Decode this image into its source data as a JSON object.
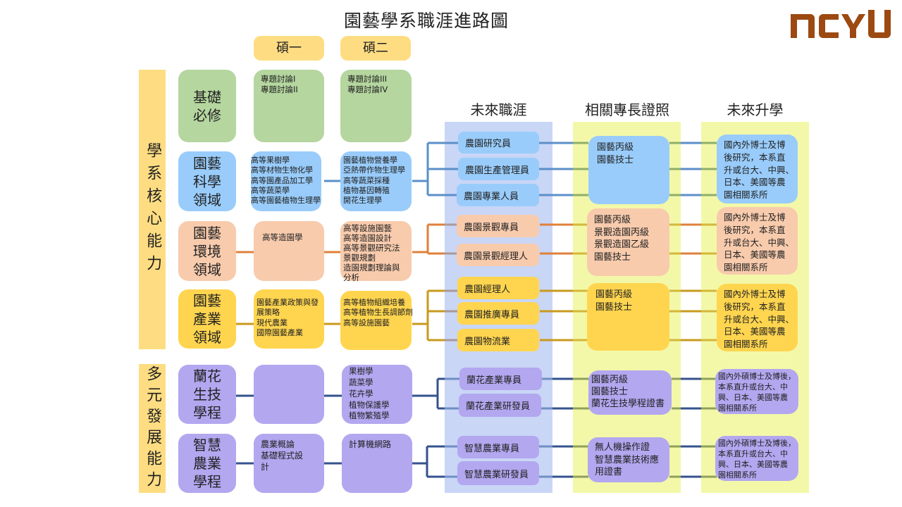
{
  "title": "園藝學系職涯進路圖",
  "logo_text": "ncyu",
  "colors": {
    "yellow_label": "#fedd82",
    "green": "#b5d69f",
    "blue": "#99ccfb",
    "peach": "#f8cbad",
    "gold": "#ffd54f",
    "purple": "#b3a7f0",
    "career_bg": "#c9d6f6",
    "cert_bg": "#f3f8a8",
    "logo": "#9c4a12"
  },
  "years": [
    "碩一",
    "碩二"
  ],
  "sidebars": {
    "core": "學系核心能力",
    "diverse": "多元發展能力"
  },
  "column_headers": {
    "career": "未來職涯",
    "cert": "相關專長證照",
    "study": "未來升學"
  },
  "rows": [
    {
      "area": "基礎\n必修",
      "m1": "專題討論I\n專題討論II",
      "m2": "專題討論III\n專題討論IV"
    },
    {
      "area": "園藝\n科學\n領域",
      "m1": "高等果樹學\n高等材物生物化學\n高等園產品加工學\n高等蔬菜學\n高等園藝植物生理學",
      "m2": "園藝植物營養學\n亞熱帶作物生理學\n高等蔬菜採種\n植物基因轉殖\n開花生理學",
      "jobs": [
        "農園研究員",
        "農園生產管理員",
        "農園專業人員"
      ],
      "cert": "園藝丙級\n園藝技士",
      "study": "國內外博士及博\n後研究，本系直\n升或台大、中興、\n日本、美國等農\n園相關系所"
    },
    {
      "area": "園藝\n環境\n領域",
      "m1": "高等造園學",
      "m2": "高等設施園藝\n高等造園設計\n高等景觀研究法\n景觀規劃\n造園規劃理論與\n分析",
      "jobs": [
        "農園景觀專員",
        "農園景觀經理人"
      ],
      "cert": "園藝丙級\n景觀造園丙級\n景觀造園乙級\n園藝技士",
      "study": "國內外博士及博\n後研究，本系直\n升或台大、中興、\n日本、美國等農\n園相關系所"
    },
    {
      "area": "園藝\n產業\n領域",
      "m1": "園藝產業政策與發\n展策略\n現代農業\n國際園藝產業",
      "m2": "高等植物組織培養\n高等植物生長調節劑\n高等設施園藝",
      "jobs": [
        "農園經理人",
        "農園推廣專員",
        "農園物流業"
      ],
      "cert": "園藝丙級\n園藝技士",
      "study": "國內外博士及博\n後研究，本系直\n升或台大、中興、\n日本、美國等農\n園相關系所"
    },
    {
      "area": "蘭花\n生技\n學程",
      "m1": "",
      "m2": "果樹學\n蔬菜學\n花卉學\n植物保護學\n植物繁殖學",
      "jobs": [
        "蘭花產業專員",
        "蘭花產業研發員"
      ],
      "cert": "園藝丙級\n園藝技士\n蘭花生技學程證書",
      "study": "國內外碩博士及博後，\n本系直升或台大、中\n興、日本、美國等農\n園相關系所"
    },
    {
      "area": "智慧\n農業\n學程",
      "m1": "農業概論\n基礎程式設\n計",
      "m2": "計算機網路",
      "jobs": [
        "智慧農業專員",
        "智慧農業研發員"
      ],
      "cert": "無人機操作證\n智慧農業技術應\n用證書",
      "study": "國內外碩博士及博後，\n本系直升或台大、中\n興、日本、美國等農\n園相關系所"
    }
  ]
}
